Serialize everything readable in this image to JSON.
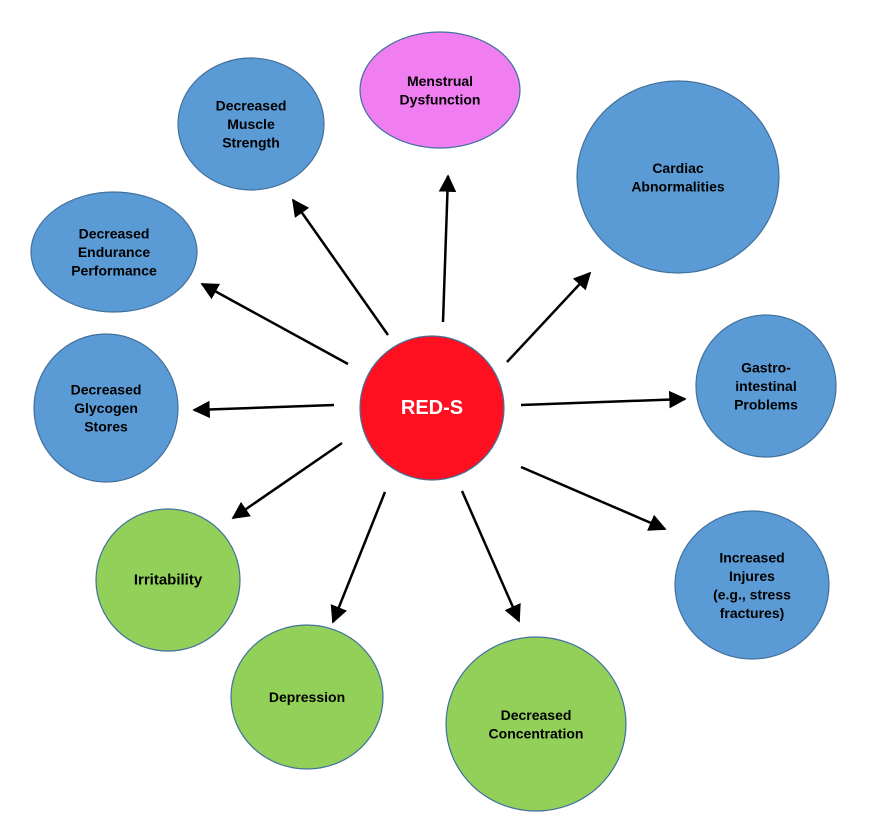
{
  "center": {
    "label": "RED-S",
    "color": "#ff1020"
  },
  "colors": {
    "physical": "#5b9bd5",
    "menstrual": "#f07ef0",
    "psychological": "#92d05a",
    "outline": "#41719c",
    "arrow": "#000000"
  },
  "nodes": [
    {
      "id": "muscle-strength",
      "lines": [
        "Decreased",
        "Muscle",
        "Strength"
      ],
      "category": "physical"
    },
    {
      "id": "menstrual-dysfunction",
      "lines": [
        "Menstrual",
        "Dysfunction"
      ],
      "category": "menstrual"
    },
    {
      "id": "cardiac-abnormalities",
      "lines": [
        "Cardiac",
        "Abnormalities"
      ],
      "category": "physical"
    },
    {
      "id": "endurance-performance",
      "lines": [
        "Decreased",
        "Endurance",
        "Performance"
      ],
      "category": "physical"
    },
    {
      "id": "gastrointestinal-problems",
      "lines": [
        "Gastro-",
        "intestinal",
        "Problems"
      ],
      "category": "physical"
    },
    {
      "id": "glycogen-stores",
      "lines": [
        "Decreased",
        "Glycogen",
        "Stores"
      ],
      "category": "physical"
    },
    {
      "id": "irritability",
      "lines": [
        "Irritability"
      ],
      "category": "psychological"
    },
    {
      "id": "increased-injuries",
      "lines": [
        "Increased",
        "Injures",
        "(e.g., stress",
        "fractures)"
      ],
      "category": "physical"
    },
    {
      "id": "depression",
      "lines": [
        "Depression"
      ],
      "category": "psychological"
    },
    {
      "id": "decreased-concentration",
      "lines": [
        "Decreased",
        "Concentration"
      ],
      "category": "psychological"
    }
  ]
}
